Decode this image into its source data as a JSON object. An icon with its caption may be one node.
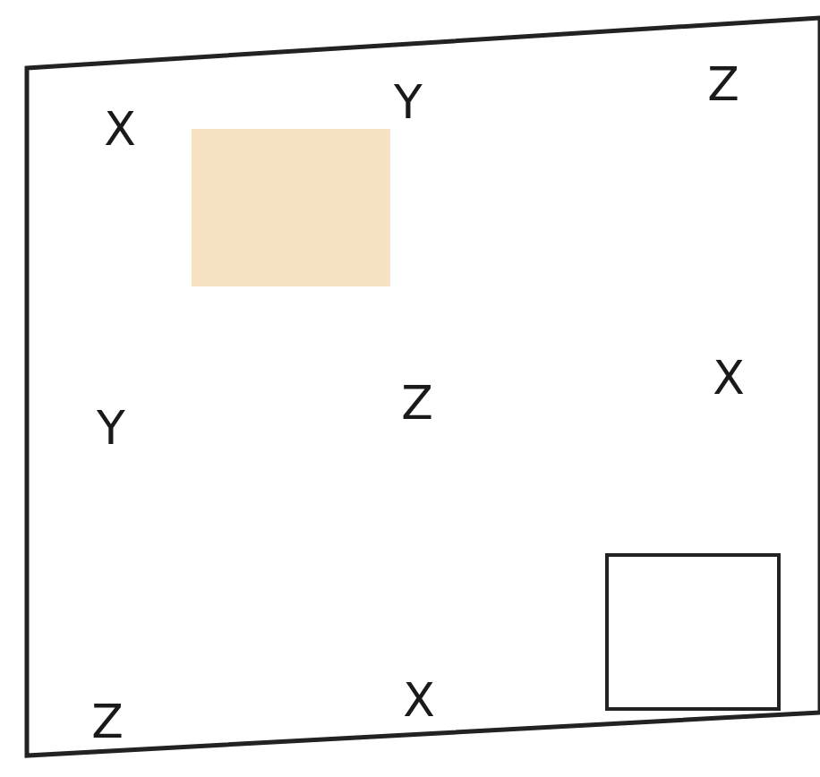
{
  "diagram": {
    "nodes": [
      {
        "text": [],
        "shape": "box"
      },
      {
        "text": [],
        "shape": "box"
      }
    ],
    "labels": [
      "X",
      "Y",
      "Z",
      "Y",
      "Z",
      "X",
      "Z",
      "X"
    ]
  }
}
